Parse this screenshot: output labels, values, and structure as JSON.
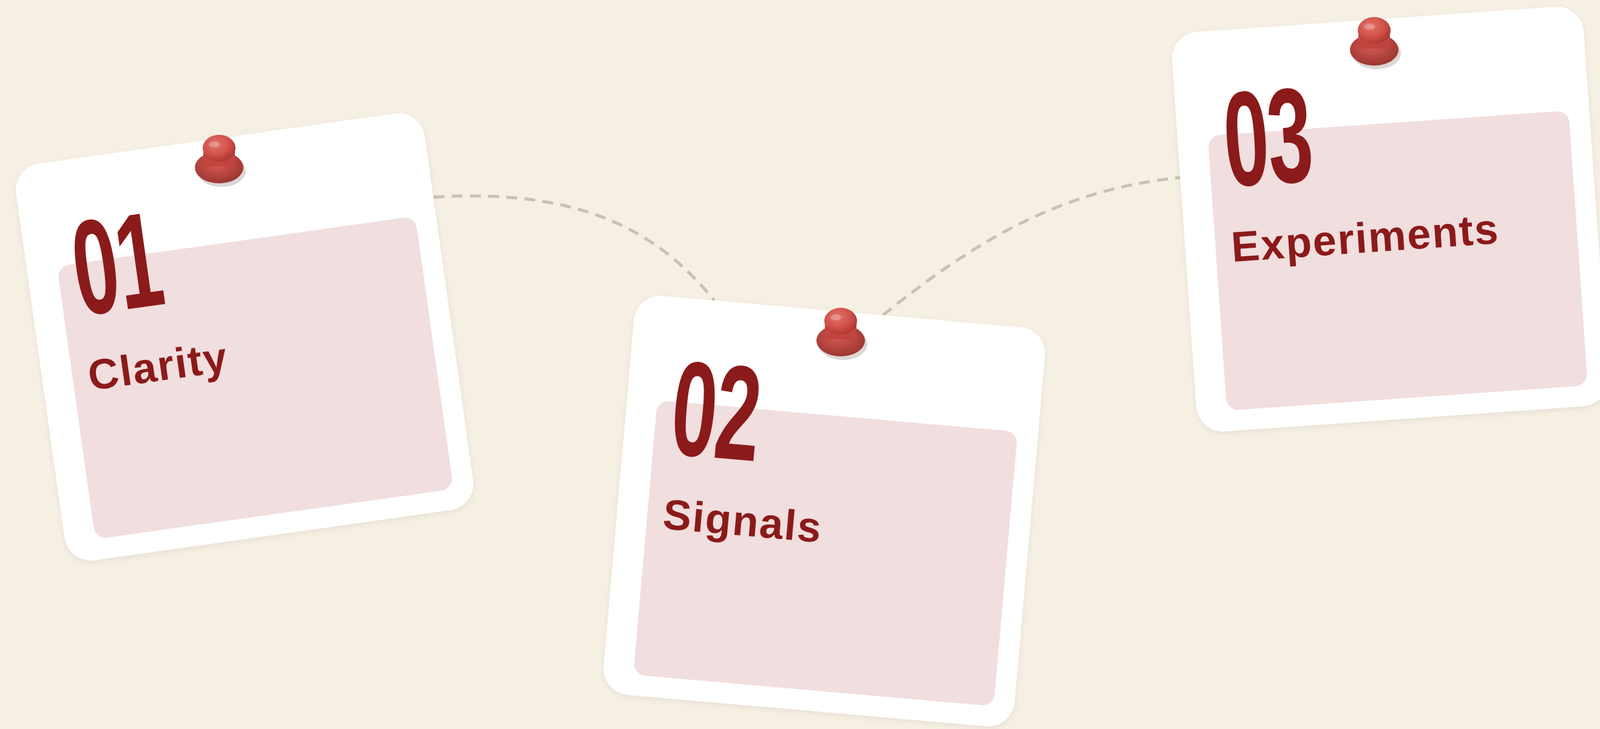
{
  "diagram": {
    "nodes": [
      {
        "text": [
          "01",
          "Clarity"
        ]
      },
      {
        "text": [
          "02",
          "Signals"
        ]
      },
      {
        "text": [
          "03",
          "Experiments"
        ]
      }
    ],
    "edges": [
      {
        "from": 0,
        "to": 1,
        "arrow": "none"
      },
      {
        "from": 1,
        "to": 2,
        "arrow": "none"
      }
    ]
  }
}
